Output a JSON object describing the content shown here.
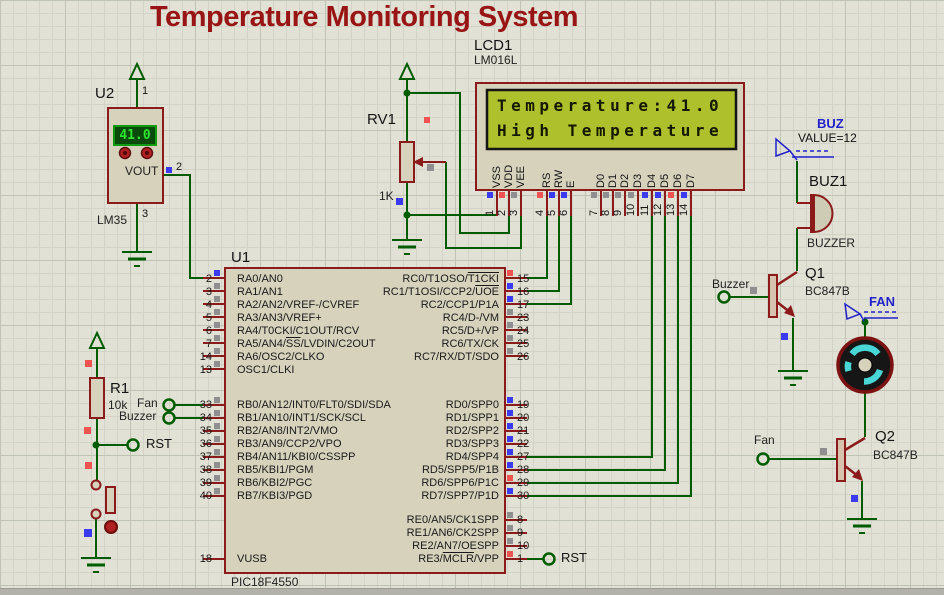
{
  "title": "Temperature Monitoring System",
  "sensor": {
    "ref": "U2",
    "part": "LM35",
    "display": "41.0",
    "vout_label": "VOUT",
    "pin1": "1",
    "pin2": "2",
    "pin3": "3"
  },
  "pot": {
    "ref": "RV1",
    "value": "1K"
  },
  "resistor": {
    "ref": "R1",
    "value": "10k"
  },
  "lcd": {
    "ref": "LCD1",
    "part": "LM016L",
    "line1": "Temperature:41.0",
    "line2": "High Temperature",
    "pins": [
      {
        "name": "VSS",
        "num": "1"
      },
      {
        "name": "VDD",
        "num": "2"
      },
      {
        "name": "VEE",
        "num": "3"
      },
      {
        "name": "RS",
        "num": "4"
      },
      {
        "name": "RW",
        "num": "5"
      },
      {
        "name": "E",
        "num": "6"
      },
      {
        "name": "D0",
        "num": "7"
      },
      {
        "name": "D1",
        "num": "8"
      },
      {
        "name": "D2",
        "num": "9"
      },
      {
        "name": "D3",
        "num": "10"
      },
      {
        "name": "D4",
        "num": "11"
      },
      {
        "name": "D5",
        "num": "12"
      },
      {
        "name": "D6",
        "num": "13"
      },
      {
        "name": "D7",
        "num": "14"
      }
    ]
  },
  "mcu": {
    "ref": "U1",
    "part": "PIC18F4550",
    "left_a": [
      {
        "num": "2",
        "label": "RA0/AN0"
      },
      {
        "num": "3",
        "label": "RA1/AN1"
      },
      {
        "num": "4",
        "label": "RA2/AN2/VREF-/CVREF"
      },
      {
        "num": "5",
        "label": "RA3/AN3/VREF+"
      },
      {
        "num": "6",
        "label": "RA4/T0CKI/C1OUT/RCV"
      },
      {
        "num": "7",
        "label": "RA5/AN4/~SS~/LVDIN/C2OUT"
      },
      {
        "num": "14",
        "label": "RA6/OSC2/CLKO"
      },
      {
        "num": "13",
        "label": "OSC1/CLKI"
      }
    ],
    "left_b": [
      {
        "num": "33",
        "label": "RB0/AN12/INT0/FLT0/SDI/SDA"
      },
      {
        "num": "34",
        "label": "RB1/AN10/INT1/SCK/SCL"
      },
      {
        "num": "35",
        "label": "RB2/AN8/INT2/VMO"
      },
      {
        "num": "36",
        "label": "RB3/AN9/CCP2/VPO"
      },
      {
        "num": "37",
        "label": "RB4/AN11/KBI0/CSSPP"
      },
      {
        "num": "38",
        "label": "RB5/KBI1/PGM"
      },
      {
        "num": "39",
        "label": "RB6/KBI2/PGC"
      },
      {
        "num": "40",
        "label": "RB7/KBI3/PGD"
      }
    ],
    "left_c": [
      {
        "num": "18",
        "label": "VUSB"
      }
    ],
    "right_a": [
      {
        "num": "15",
        "label": "RC0/T1OSO/~T1CKI~"
      },
      {
        "num": "16",
        "label": "RC1/T1OSI/CCP2/~UOE~"
      },
      {
        "num": "17",
        "label": "RC2/CCP1/P1A"
      },
      {
        "num": "23",
        "label": "RC4/D-/VM"
      },
      {
        "num": "24",
        "label": "RC5/D+/VP"
      },
      {
        "num": "25",
        "label": "RC6/TX/CK"
      },
      {
        "num": "26",
        "label": "RC7/RX/DT/SDO"
      }
    ],
    "right_b": [
      {
        "num": "19",
        "label": "RD0/SPP0"
      },
      {
        "num": "20",
        "label": "RD1/SPP1"
      },
      {
        "num": "21",
        "label": "RD2/SPP2"
      },
      {
        "num": "22",
        "label": "RD3/SPP3"
      },
      {
        "num": "27",
        "label": "RD4/SPP4"
      },
      {
        "num": "28",
        "label": "RD5/SPP5/P1B"
      },
      {
        "num": "29",
        "label": "RD6/SPP6/P1C"
      },
      {
        "num": "30",
        "label": "RD7/SPP7/P1D"
      }
    ],
    "right_c": [
      {
        "num": "8",
        "label": "RE0/AN5/CK1SPP"
      },
      {
        "num": "9",
        "label": "RE1/AN6/CK2SPP"
      },
      {
        "num": "10",
        "label": "RE2/AN7/OESPP"
      },
      {
        "num": "1",
        "label": "RE3/~MCLR~/VPP"
      }
    ]
  },
  "terminals": {
    "fan_left": "Fan",
    "buzzer_left": "Buzzer",
    "rst_left": "RST",
    "rst_right": "RST",
    "buzzer_right": "Buzzer",
    "fan_right": "Fan"
  },
  "buzzer": {
    "power_label": "BUZ",
    "power_value": "VALUE=12",
    "ref": "BUZ1",
    "part": "BUZZER"
  },
  "q1": {
    "ref": "Q1",
    "part": "BC847B"
  },
  "q2": {
    "ref": "Q2",
    "part": "BC847B"
  },
  "fan": {
    "power_label": "FAN"
  },
  "colors": {
    "wire": "#005c00",
    "component_outline": "#8b1a1a",
    "component_fill": "#d6d2bc",
    "title": "#991414",
    "lcd_screen": "#aec02b",
    "lcd_text": "#151800",
    "sensor_display_bg": "#0a4a0a",
    "sensor_display_text": "#2fe52f",
    "power_label_blue": "#2222cc",
    "square_blue": "#3a3af0",
    "square_red": "#ef5350",
    "square_gray": "#8f8f8f",
    "fan_blade_cyan": "#49d6d6"
  }
}
